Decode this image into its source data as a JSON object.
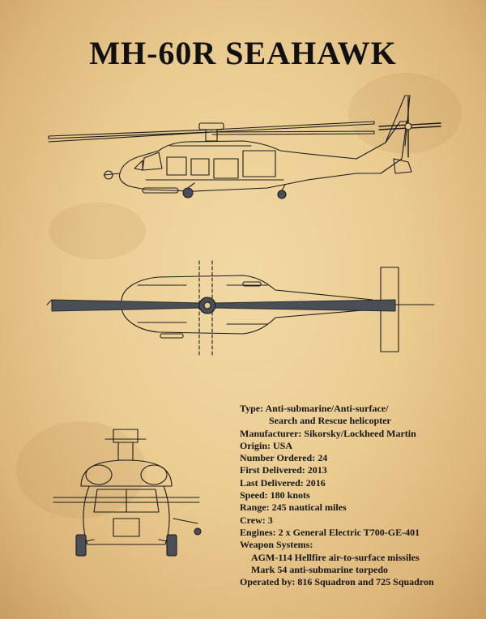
{
  "title": "MH-60R SEAHAWK",
  "colors": {
    "paper": "#ebcd92",
    "ink": "#161616",
    "rotor_fill": "#4a4e55"
  },
  "specs": {
    "type_line1": "Type: Anti-submarine/Anti-surface/",
    "type_line2": "Search and Rescue helicopter",
    "manufacturer": "Manufacturer:  Sikorsky/Lockheed Martin",
    "origin": "Origin: USA",
    "number_ordered": "Number Ordered: 24",
    "first_delivered": "First Delivered: 2013",
    "last_delivered": "Last Delivered: 2016",
    "speed": "Speed: 180 knots",
    "range": "Range: 245 nautical miles",
    "crew": "Crew: 3",
    "engines": "Engines: 2 x General Electric T700-GE-401",
    "weapons_label": "Weapon Systems:",
    "weapon_1": "AGM-114 Hellfire air-to-surface missiles",
    "weapon_2": "Mark 54 anti-submarine torpedo",
    "operated_by": "Operated by: 816 Squadron and 725 Squadron"
  }
}
